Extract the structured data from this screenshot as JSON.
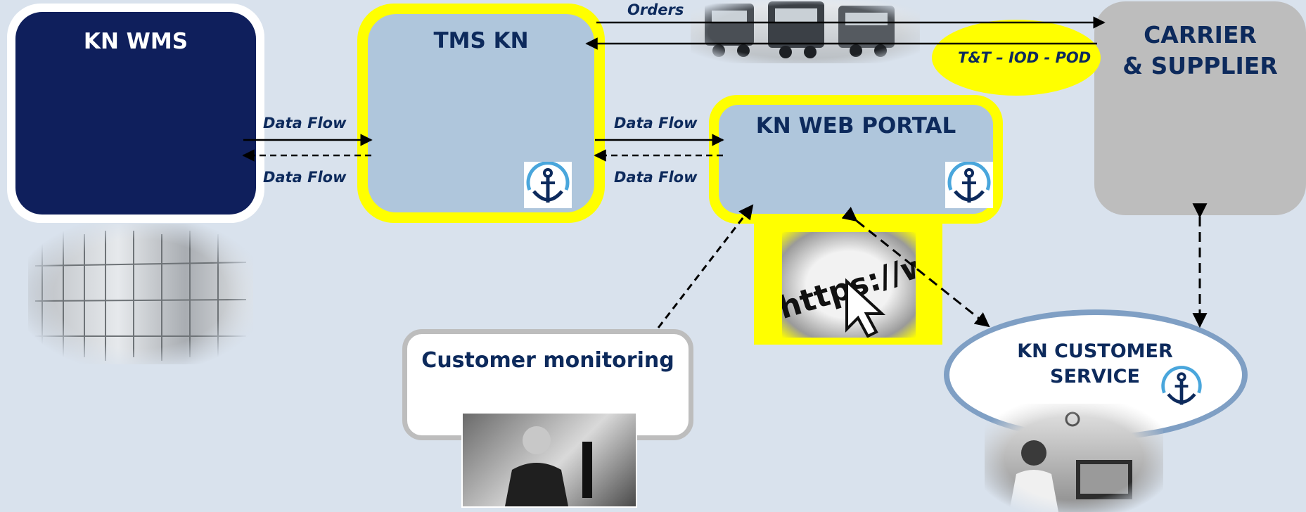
{
  "nodes": {
    "wms": "KN WMS",
    "tms": "TMS KN",
    "portal": "KN WEB PORTAL",
    "carrier_line1": "CARRIER",
    "carrier_line2": "& SUPPLIER",
    "monitoring": "Customer monitoring",
    "service_line1": "KN CUSTOMER",
    "service_line2": "SERVICE"
  },
  "flows": {
    "orders": "Orders",
    "tracking": "T&T – IOD - POD",
    "data_flow": "Data Flow"
  },
  "browser": {
    "url_text": "https://www"
  },
  "colors": {
    "background": "#d9e2ed",
    "navy": "#0d2a5c",
    "highlight_yellow": "#ffff00",
    "light_blue_box": "#afc6dc",
    "carrier_gray": "#bdbdbd",
    "service_border": "#7f9fc4"
  },
  "icons": [
    "anchor-logo-icon",
    "mouse-cursor-icon"
  ]
}
